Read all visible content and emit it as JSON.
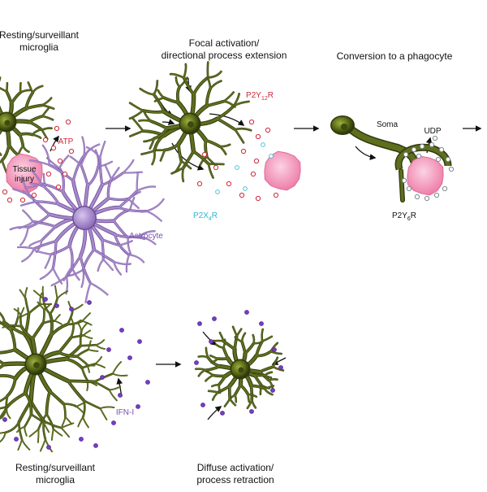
{
  "panels": {
    "resting_top_title": "Resting/surveillant\nmicroglia",
    "focal_title": "Focal activation/\ndirectional process extension",
    "phagocyte_title": "Conversion to a phagocyte",
    "resting_bottom_title": "Resting/surveillant\nmicroglia",
    "diffuse_title": "Diffuse activation/\nprocess retraction"
  },
  "labels": {
    "atp": "ATP",
    "tissue_injury": "Tissue\ninjury",
    "astrocyte": "Astrocyte",
    "p2y12r_base": "P2Y",
    "p2y12r_sub": "12",
    "p2y12r_tail": "R",
    "p2x4r_base": "P2X",
    "p2x4r_sub": "4",
    "p2x4r_tail": "R",
    "soma": "Soma",
    "udp": "UDP",
    "p2y6r_base": "P2Y",
    "p2y6r_sub": "6",
    "p2y6r_tail": "R",
    "ifn": "IFN-I"
  },
  "colors": {
    "microglia_fill": "#5e6e1e",
    "microglia_dark": "#2f3a0c",
    "microglia_light": "#8a9c3a",
    "astrocyte": "#a889cc",
    "astrocyte_dark": "#6e4f96",
    "injury": "#f49cbd",
    "atp_dot": "#d0283c",
    "receptor_cyan": "#4cc3d9",
    "udp_dot": "#b9c3c9",
    "ifn_dot": "#7a3fc8"
  },
  "icons": [
    "arrow-right-icon",
    "curved-arrow-icon"
  ]
}
